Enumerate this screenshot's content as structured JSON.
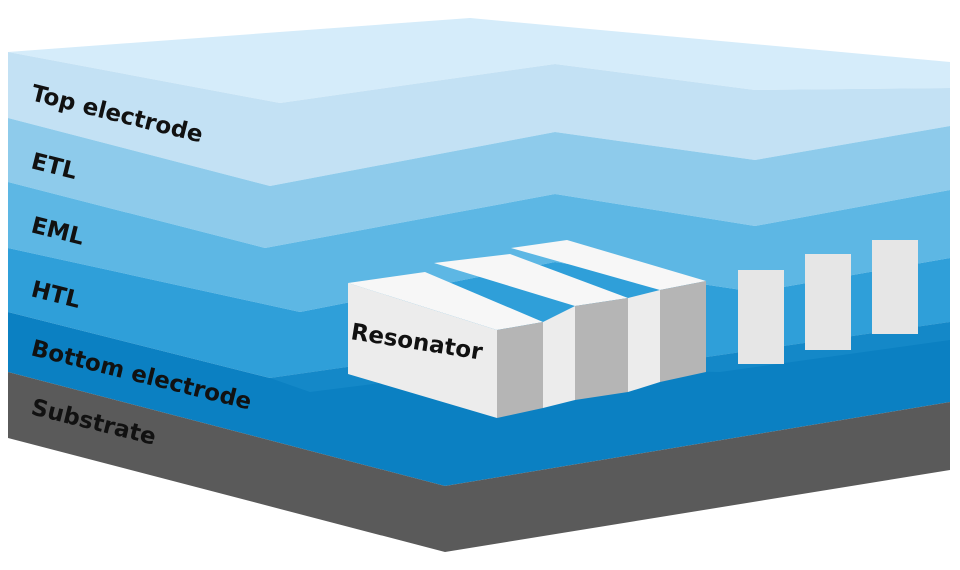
{
  "diagram": {
    "layers": [
      {
        "key": "top-electrode",
        "label": "Top electrode",
        "color": "#c3e1f4"
      },
      {
        "key": "etl",
        "label": "ETL",
        "color": "#8ecbeb"
      },
      {
        "key": "eml",
        "label": "EML",
        "color": "#5db7e4"
      },
      {
        "key": "htl",
        "label": "HTL",
        "color": "#2f9fd9"
      },
      {
        "key": "bottom-electrode",
        "label": "Bottom electrode",
        "color": "#0b80c2"
      },
      {
        "key": "substrate",
        "label": "Substrate",
        "color": "#5a5a5a"
      }
    ],
    "resonator_label": "Resonator",
    "colors": {
      "top_surface": "#d5ecfa",
      "resonator_front": "#ececec",
      "resonator_top": "#f7f7f7",
      "resonator_side": "#b5b5b5"
    }
  }
}
